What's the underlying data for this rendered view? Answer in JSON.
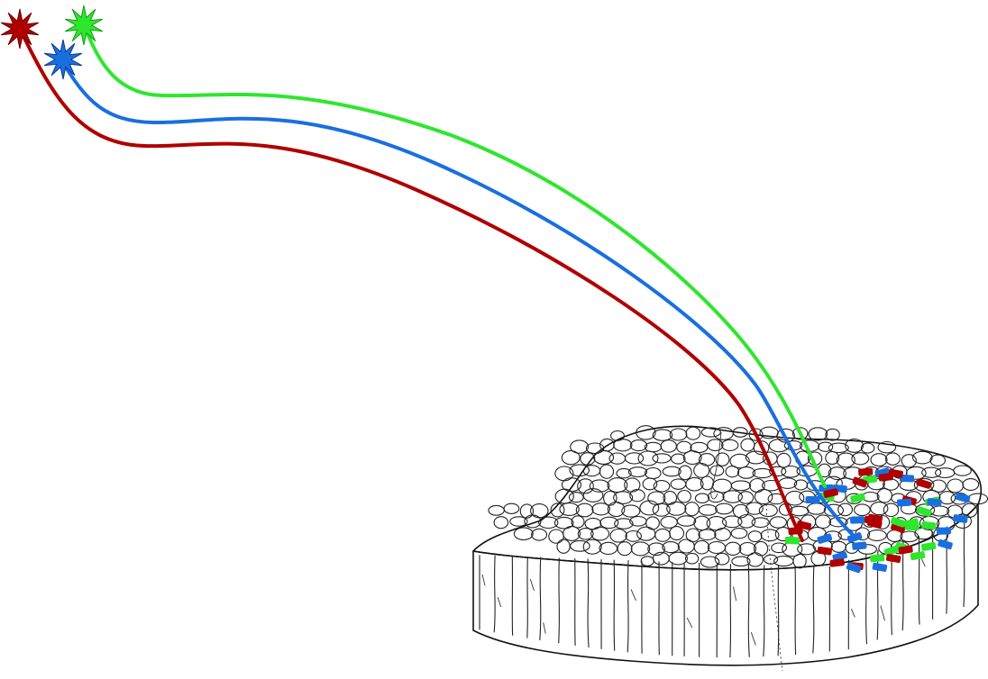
{
  "figure": {
    "kind": "illustration",
    "description_icons": [
      "red-burst-icon",
      "blue-burst-icon",
      "green-burst-icon"
    ],
    "colors": {
      "red": "#b00000",
      "blue": "#1a6fe0",
      "green": "#2ee62e",
      "ink": "#111111",
      "background": "#ffffff"
    },
    "signals": [
      {
        "color_key": "red",
        "icon": "red-burst-icon"
      },
      {
        "color_key": "blue",
        "icon": "blue-burst-icon"
      },
      {
        "color_key": "green",
        "icon": "green-burst-icon"
      }
    ]
  }
}
